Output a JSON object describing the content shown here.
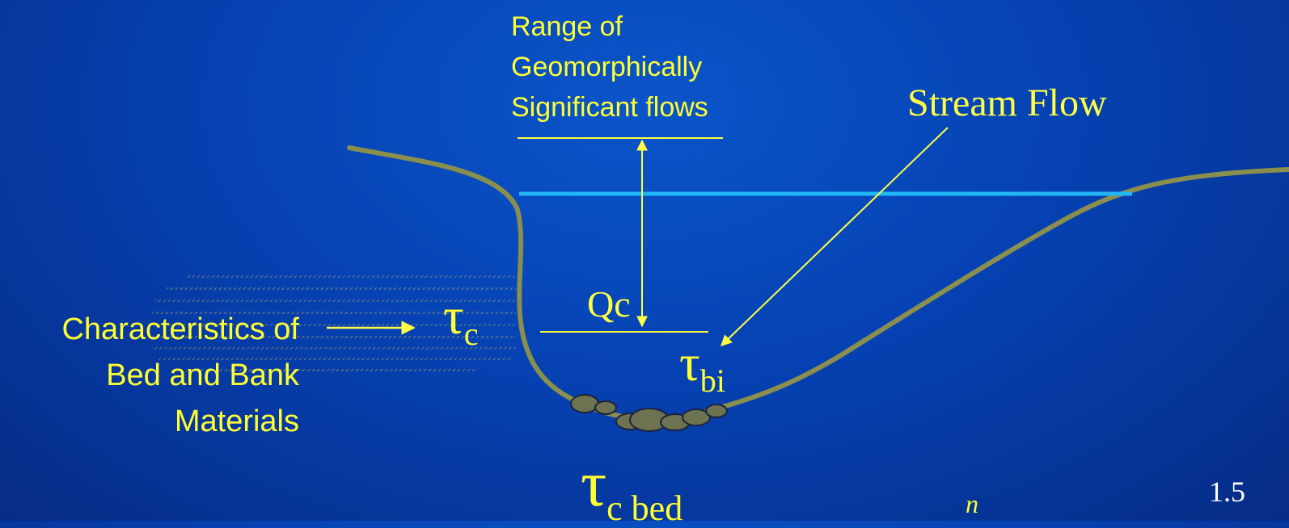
{
  "labels": {
    "range_line1": "Range of",
    "range_line2": "Geomorphically",
    "range_line3": "Significant flows",
    "stream_flow": "Stream Flow",
    "qc": "Qc",
    "materials_line1": "Characteristics of",
    "materials_line2": "Bed and Bank",
    "materials_line3": "Materials"
  },
  "symbols": {
    "tau_c": {
      "symbol": "τ",
      "subscript": "c"
    },
    "tau_bi": {
      "symbol": "τ",
      "subscript": "bi"
    },
    "tau_c_bed": {
      "symbol": "τ",
      "subscript": "c bed"
    }
  },
  "page_number": "1.5",
  "n_label": "n",
  "colors": {
    "text_yellow": "#ffff33",
    "arrow_yellow": "#ffff44",
    "channel_line": "#8a8f4e",
    "water_surface": "#21b6f5",
    "page_number": "#ffffff"
  }
}
